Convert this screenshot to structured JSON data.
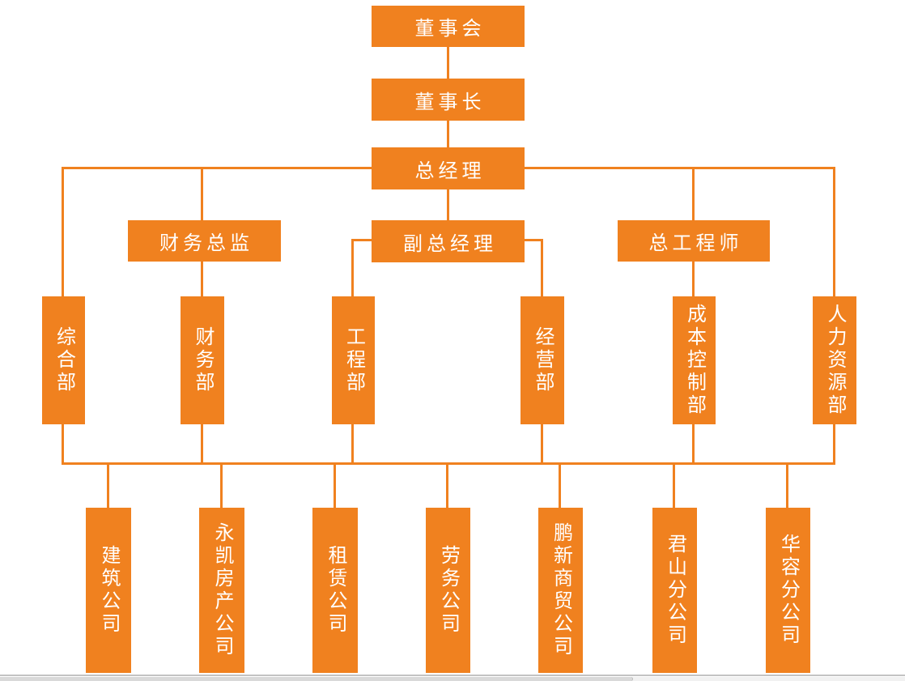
{
  "colors": {
    "accent": "#F0811F",
    "node_text": "#FFFFFF",
    "window_edge": "#C3C3C3",
    "scrollbar_track": "#F1F1F1",
    "scrollbar_thumb": "#D9D9D9"
  },
  "org_chart": {
    "type": "org-tree",
    "levels": {
      "board": {
        "label": "董事会"
      },
      "chairman": {
        "label": "董事长",
        "reports_to": "董事会"
      },
      "general_manager": {
        "label": "总经理",
        "reports_to": "董事长"
      },
      "executives": [
        {
          "label": "财务总监",
          "reports_to": "总经理"
        },
        {
          "label": "副总经理",
          "reports_to": "总经理"
        },
        {
          "label": "总工程师",
          "reports_to": "总经理"
        }
      ],
      "departments": [
        {
          "label": "综合部",
          "reports_to": "总经理"
        },
        {
          "label": "财务部",
          "reports_to": "财务总监"
        },
        {
          "label": "工程部",
          "reports_to": "副总经理"
        },
        {
          "label": "经营部",
          "reports_to": "副总经理"
        },
        {
          "label": "成本控制部",
          "reports_to": "总工程师"
        },
        {
          "label": "人力资源部",
          "reports_to": "总经理"
        }
      ],
      "companies": [
        {
          "label": "建筑公司"
        },
        {
          "label": "永凯房产公司"
        },
        {
          "label": "租赁公司"
        },
        {
          "label": "劳务公司"
        },
        {
          "label": "鹏新商贸公司"
        },
        {
          "label": "君山分公司"
        },
        {
          "label": "华容分公司"
        }
      ]
    }
  }
}
